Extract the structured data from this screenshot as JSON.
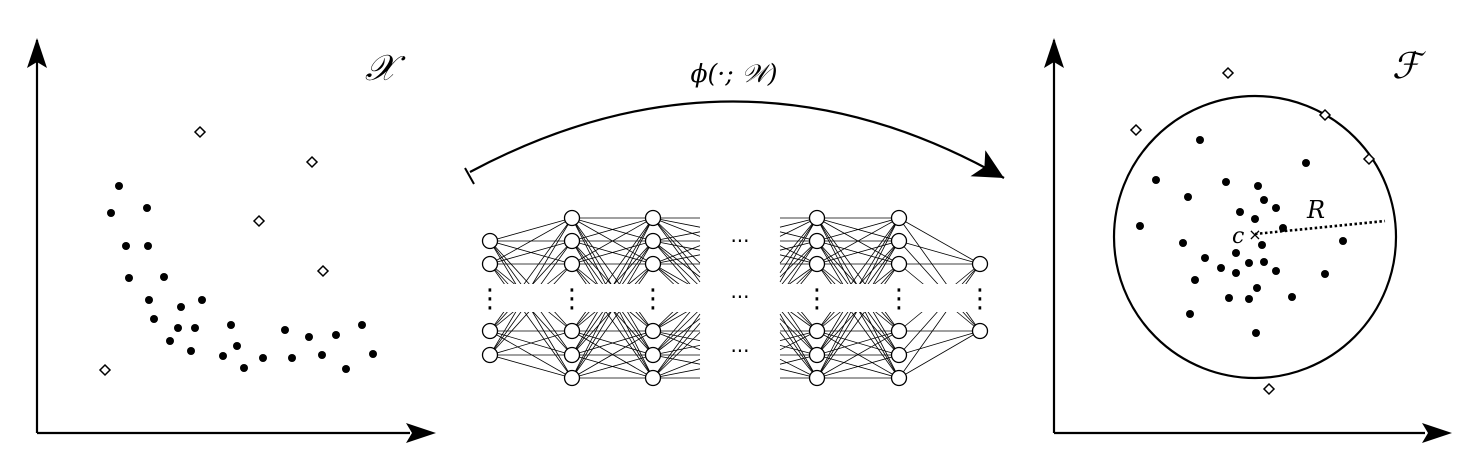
{
  "input_space": {
    "label": "𝒳"
  },
  "feature_space": {
    "label": "ℱ",
    "center_label": "c",
    "center_mark": "×",
    "radius_label": "R"
  },
  "mapping": {
    "label": "ϕ(·; 𝒲)"
  },
  "network": {
    "ellipsis": "···",
    "vdots": "⋮"
  },
  "colors": {
    "ink": "#000000",
    "background": "#ffffff"
  }
}
